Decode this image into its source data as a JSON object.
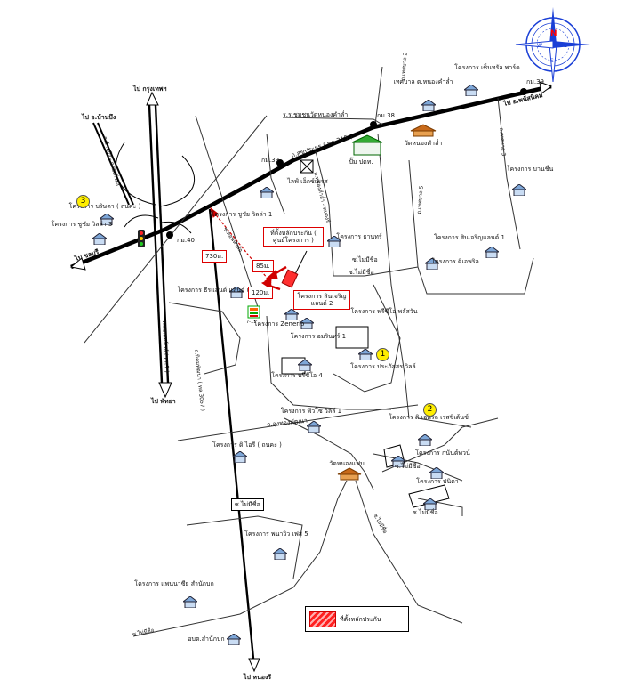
{
  "map": {
    "projects": {
      "p1": "โครงการ บริษตา ( ถนคะ )",
      "p2": "โครงการ ชูชัย วิลล่า 3",
      "p3": "โครงการ ชูชัย วิลล่า 1",
      "p4": "โครงการ ธีรแลนด์ แลนด์ เฮ้าส์",
      "p5": "โครงการ ธานทร์",
      "p6": "โครงการ สินเจริญแลนด์ 1",
      "p7": "โครงการ ดิเอพริล",
      "p8": "โครงการ บานชื่น",
      "p9": "โครงการ เซ็นทรัล พาร์ค",
      "p10": "โครงการ พรีซีโอ พลัสวัน",
      "p11": "โครงการ ประภัสสร วิลล์",
      "p12": "โครงการ Zenerio",
      "p13": "โครงการ อมรินทร์ 1",
      "p14": "โครงการ พรีซีโอ 4",
      "p15": "โครงการ พีวโซ วิลล์ 1",
      "p16": "โครงการ ดิ ไอรี่ ( ถนคะ )",
      "p17": "โครงการ ดิ เอพริล เรสซิเด้นซ์",
      "p18": "โครงการ กนันต์ทวน์",
      "p19": "โครงการ ปนิดา",
      "p20": "โครงการ พนาวิว เฟส 5",
      "p21": "โครงการ แพนนาซีย สำนักบก",
      "p22": "อบต.สำนักบก",
      "p23": "โครงการ สินเจริญแลนด์ 2"
    },
    "places": {
      "sale_office": "ที่ตั้งหลักประกัน ( ศูนย์โครงการ )",
      "temple_north": "วัดหนองคำล่ำ",
      "temple_south": "วัดหนองแฟบ",
      "tesaban": "เทศบาล ต.หนองคำล่ำ",
      "ptt": "ปั๊ม ปตท.",
      "school": "ไลฟ์ เอ็กซ์เพรส",
      "seven": "7-11",
      "maimicho1": "ซ.ไม่มีชื่อ",
      "maimicho2": "ซ.ไม่มีชื่อ",
      "maimicho3": "ซ.ไม่มีชื่อ",
      "maimicho4": "ซ.ไม่มีชื่อ",
      "maimicho_box": "ซ.ไม่มีชื่อ"
    },
    "roads": {
      "to_bangkok": "ไป กรุงเทพฯ",
      "to_banbueng": "ไป อ.บ้านบึง",
      "to_chonburi": "ไป ชลบุรี",
      "to_pattaya": "ไป พัทยา",
      "to_phanatnikhom": "ไป อ.พนัสนิคม",
      "to_nongri": "ไป หนองรี",
      "km38": "กม.38",
      "km39a": "กม.39",
      "km39b": "กม.39",
      "km40": "กม.40",
      "rd_sukprayoon": "ถ.สุขประยูร ( ทล.315 )",
      "rd_nongkamlue": "ร.ร.ชุมชนวัดหนองคำล่ำ",
      "rd_motorway": "ถ.มอเตอร์เวย์ ( ทล.7 )",
      "rd_banbueng": "ถ.บ้านบึง - คลองกิ่วยิง",
      "rd_nikhom": "ถ.นิคมพัฒนา ( ทล.3057 )",
      "rd_ongthong": "ถ.อุงทองพัฒนา",
      "rd_soi_a": "ซ.ดอนหัวฬ่อ",
      "rd_soi_b": "ถ.หนองคำล่ำ - หนองรี",
      "rd_soi_c": "ถ.เทศบาล 2",
      "rd_soi_d": "ถ.เทศบาล 3",
      "rd_soi_e": "ถ.เทศบาล 5",
      "rd_soi_f": "ซ.ไม่มีชื่อ",
      "rd_soi_g": "ซ.ไม่มีชื่อ"
    },
    "distances": {
      "d730": "730ม.",
      "d85": "85ม.",
      "d120": "120ม."
    },
    "markers": {
      "m1": "1",
      "m2": "2",
      "m3": "3"
    },
    "legend": {
      "label": "ที่ตั้งหลักประกัน"
    },
    "compass": {
      "north": "N",
      "east": "E",
      "south": "S",
      "west": "W"
    },
    "colors": {
      "road": "#000000",
      "accent": "#d00000",
      "marker": "#ffee00",
      "compass": "#1a3fd6"
    }
  }
}
